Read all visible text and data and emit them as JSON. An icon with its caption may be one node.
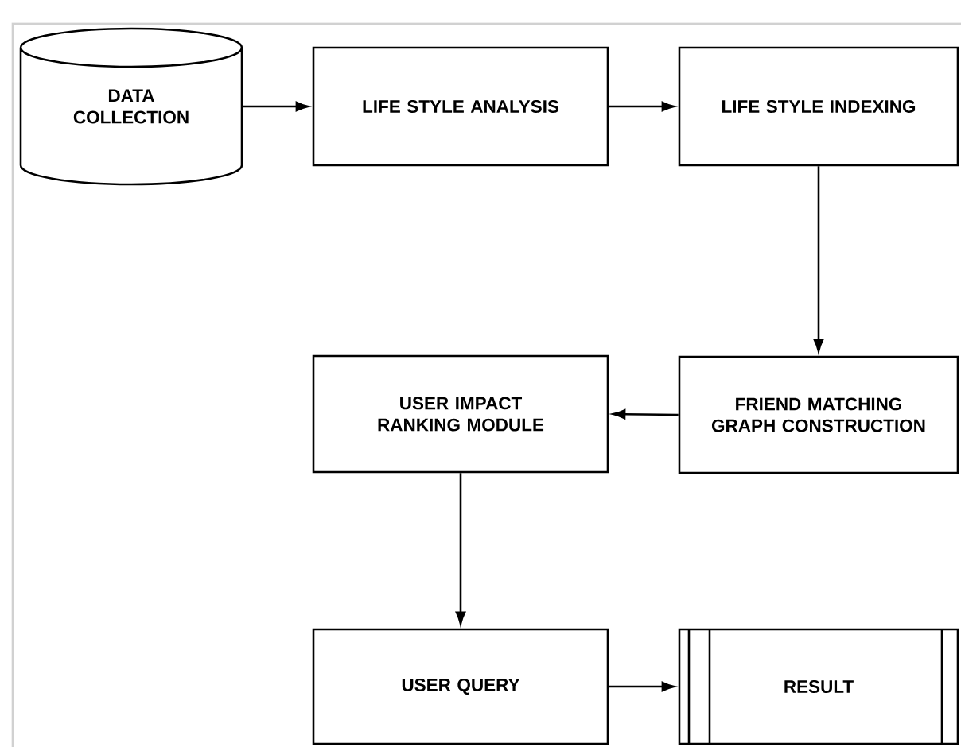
{
  "diagram": {
    "nodes": [
      {
        "text": [
          "DATA COLLECTION"
        ]
      },
      {
        "text": [
          "LIFE STYLE ANALYSIS"
        ]
      },
      {
        "text": [
          "LIFE STYLE INDEXING"
        ]
      },
      {
        "text": [
          "FRIEND MATCHING GRAPH CONSTRUCTION"
        ]
      },
      {
        "text": [
          "USER IMPACT RANKING MODULE"
        ]
      },
      {
        "text": [
          "USER QUERY"
        ]
      },
      {
        "text": [
          "RESULT"
        ]
      }
    ],
    "edges": [
      {
        "from": 0,
        "to": 1,
        "arrow": "to"
      },
      {
        "from": 1,
        "to": 2,
        "arrow": "to"
      },
      {
        "from": 2,
        "to": 3,
        "arrow": "to"
      },
      {
        "from": 3,
        "to": 4,
        "arrow": "to"
      },
      {
        "from": 4,
        "to": 5,
        "arrow": "to"
      },
      {
        "from": 5,
        "to": 6,
        "arrow": "to"
      }
    ]
  }
}
